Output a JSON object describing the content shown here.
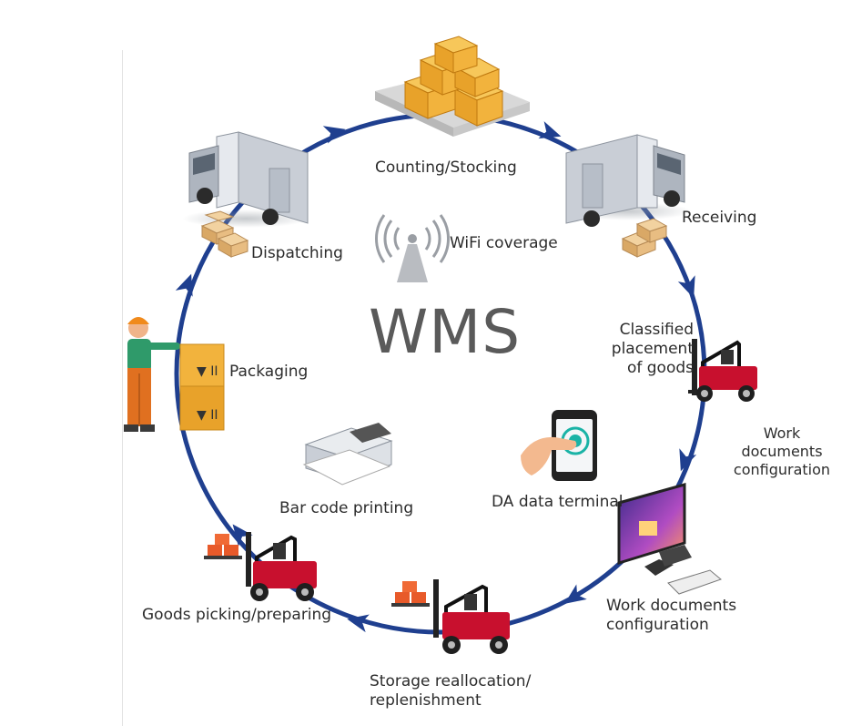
{
  "title": "WMS",
  "center_labels": {
    "wifi": "WiFi coverage",
    "printing": "Bar code printing",
    "terminal": "DA data terminal"
  },
  "steps": {
    "counting": "Counting/Stocking",
    "receiving": "Receiving",
    "classified": "Classified\nplacement\nof goods",
    "work_docs_1": "Work\ndocuments\nconfiguration",
    "work_docs_2": "Work documents\nconfiguration",
    "storage": "Storage reallocation/\nreplenishment",
    "picking": "Goods picking/preparing",
    "packaging": "Packaging",
    "dispatching": "Dispatching"
  },
  "icons": [
    "pallet-boxes-icon",
    "truck-icon",
    "forklift-icon",
    "monitor-icon",
    "printer-icon",
    "tablet-hand-icon",
    "wifi-tower-icon",
    "worker-icon",
    "package-stack-icon"
  ],
  "colors": {
    "cycle": "#1f3f8f",
    "forklift_body": "#c8102e",
    "box": "#f2b33d",
    "text": "#2c2c2c",
    "title": "#5a5a5a"
  }
}
